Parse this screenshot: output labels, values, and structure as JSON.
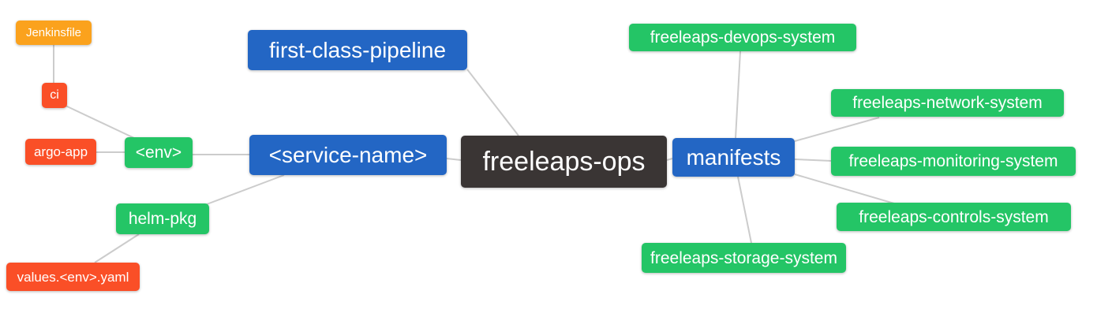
{
  "diagram": {
    "type": "mindmap",
    "root_label": "freeleaps-ops",
    "palette": {
      "orange": "#fba21d",
      "red": "#fa4f27",
      "green": "#24c566",
      "blue": "#2366c4",
      "dark": "#3a3534",
      "edge": "#cccccc",
      "text": "#ffffff"
    },
    "nodes": [
      {
        "id": "jenkinsfile",
        "label": "Jenkinsfile",
        "color": "orange"
      },
      {
        "id": "ci",
        "label": "ci",
        "color": "red"
      },
      {
        "id": "argo-app",
        "label": "argo-app",
        "color": "red"
      },
      {
        "id": "env",
        "label": "<env>",
        "color": "green"
      },
      {
        "id": "helm-pkg",
        "label": "helm-pkg",
        "color": "green"
      },
      {
        "id": "values-env-yaml",
        "label": "values.<env>.yaml",
        "color": "red"
      },
      {
        "id": "first-class-pipeline",
        "label": "first-class-pipeline",
        "color": "blue"
      },
      {
        "id": "service-name",
        "label": "<service-name>",
        "color": "blue"
      },
      {
        "id": "freeleaps-ops",
        "label": "freeleaps-ops",
        "color": "dark"
      },
      {
        "id": "manifests",
        "label": "manifests",
        "color": "blue"
      },
      {
        "id": "devops",
        "label": "freeleaps-devops-system",
        "color": "green"
      },
      {
        "id": "network",
        "label": "freeleaps-network-system",
        "color": "green"
      },
      {
        "id": "monitoring",
        "label": "freeleaps-monitoring-system",
        "color": "green"
      },
      {
        "id": "controls",
        "label": "freeleaps-controls-system",
        "color": "green"
      },
      {
        "id": "storage",
        "label": "freeleaps-storage-system",
        "color": "green"
      }
    ],
    "edges": [
      {
        "from": "jenkinsfile",
        "to": "ci"
      },
      {
        "from": "ci",
        "to": "env"
      },
      {
        "from": "argo-app",
        "to": "env"
      },
      {
        "from": "env",
        "to": "service-name"
      },
      {
        "from": "helm-pkg",
        "to": "service-name"
      },
      {
        "from": "values-env-yaml",
        "to": "helm-pkg"
      },
      {
        "from": "service-name",
        "to": "freeleaps-ops"
      },
      {
        "from": "first-class-pipeline",
        "to": "freeleaps-ops"
      },
      {
        "from": "freeleaps-ops",
        "to": "manifests"
      },
      {
        "from": "manifests",
        "to": "devops"
      },
      {
        "from": "manifests",
        "to": "network"
      },
      {
        "from": "manifests",
        "to": "monitoring"
      },
      {
        "from": "manifests",
        "to": "controls"
      },
      {
        "from": "manifests",
        "to": "storage"
      }
    ]
  }
}
